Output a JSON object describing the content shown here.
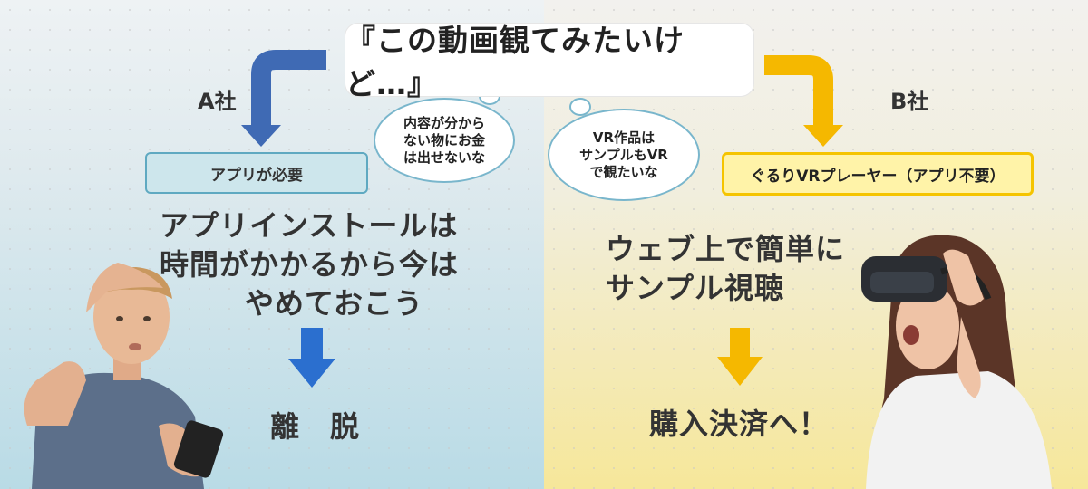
{
  "top_quote": "『この動画観てみたいけど…』",
  "left": {
    "company": "A社",
    "thought": [
      "内容が分から",
      "ない物にお金",
      "は出せないな"
    ],
    "box_label": "アプリが必要",
    "reaction": [
      "アプリインストールは",
      "時間がかかるから今は",
      "やめておこう"
    ],
    "result": "離　脱",
    "colors": {
      "arrow_dark": "#3f6ab4",
      "arrow_bright": "#2b6fcf"
    }
  },
  "right": {
    "company": "B社",
    "thought": [
      "VR作品は",
      "サンプルもVR",
      "で観たいな"
    ],
    "box_label": "ぐるりVRプレーヤー（アプリ不要）",
    "reaction": [
      "ウェブ上で簡単に",
      "サンプル視聴"
    ],
    "result": "購入決済へ！",
    "colors": {
      "arrow": "#f5b800"
    }
  }
}
